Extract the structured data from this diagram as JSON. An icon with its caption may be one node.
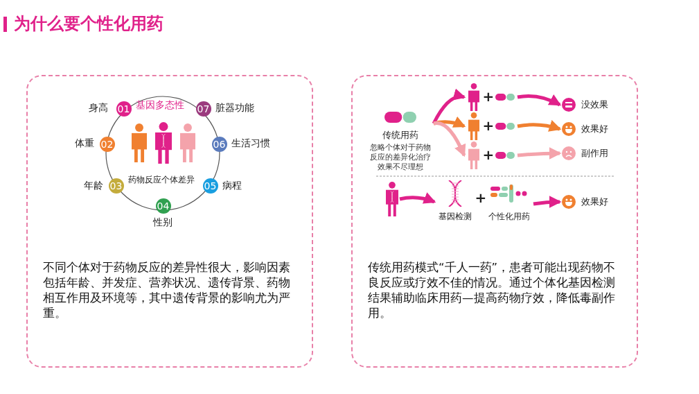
{
  "diagram": {
    "title": "为什么要个性化用药",
    "nodes": [
      {
        "text": [
          "不同个体对于药物反应的差异性很大，影响因素包括年龄、并发症、营养状况、遗传背景、药物相互作用及环境等，其中遗传背景的影响尤为严重。"
        ]
      },
      {
        "text": [
          "01"
        ],
        "in": 0,
        "beside": [
          "身高"
        ]
      },
      {
        "text": [
          "02"
        ],
        "in": 0,
        "beside": [
          "体重"
        ]
      },
      {
        "text": [
          "03"
        ],
        "in": 0,
        "beside": [
          "年龄"
        ]
      },
      {
        "text": [
          "04"
        ],
        "in": 0,
        "beside": [
          "性别"
        ]
      },
      {
        "text": [
          "05"
        ],
        "in": 0,
        "beside": [
          "病程"
        ]
      },
      {
        "text": [
          "06"
        ],
        "in": 0,
        "beside": [
          "生活习惯"
        ]
      },
      {
        "text": [
          "07"
        ],
        "in": 0,
        "beside": [
          "脏器功能"
        ]
      },
      {
        "text": [
          "传统用药模式“千人一药”，患者可能出现药物不良反应或疗效不佳的情况。通过个体化基因检测结果辅助临床用药—提高药物疗效，降低毒副作用。"
        ]
      },
      {
        "text": [
          "传统用药",
          "忽略个体对于药物反应的差异化治疗效果不尽理想"
        ],
        "in": 8
      },
      {
        "text": [
          "+"
        ],
        "in": 8
      },
      {
        "text": [
          "+"
        ],
        "in": 8
      },
      {
        "text": [
          "+"
        ],
        "in": 8
      },
      {
        "text": [
          "没效果"
        ],
        "in": 8
      },
      {
        "text": [
          "效果好"
        ],
        "in": 8
      },
      {
        "text": [
          "副作用"
        ],
        "in": 8
      },
      {
        "text": [],
        "shape": "person",
        "in": 8
      },
      {
        "text": [
          "基因检测"
        ],
        "in": 8
      },
      {
        "text": [
          "个性化用药"
        ],
        "in": 8
      },
      {
        "text": [
          "效果好"
        ],
        "in": 8
      }
    ],
    "edges": [
      {
        "from": 9,
        "to": 10,
        "arrow": "to"
      },
      {
        "from": 9,
        "to": 11,
        "arrow": "to",
        "color": "#f08030"
      },
      {
        "from": 9,
        "to": 12,
        "arrow": "to",
        "color": "#f4a3ab"
      },
      {
        "from": 10,
        "to": 13,
        "arrow": "to"
      },
      {
        "from": 11,
        "to": 14,
        "arrow": "to",
        "color": "#f08030"
      },
      {
        "from": 12,
        "to": 15,
        "arrow": "to",
        "color": "#f4a3ab"
      },
      {
        "from": 16,
        "to": 17,
        "arrow": "to"
      },
      {
        "from": 18,
        "to": 19,
        "arrow": "to"
      }
    ],
    "labels": [
      "基因多态性",
      "药物反应个体差异",
      "+"
    ]
  }
}
